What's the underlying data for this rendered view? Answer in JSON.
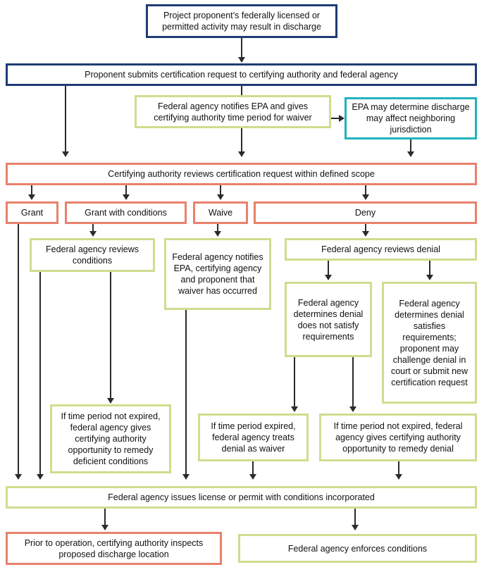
{
  "diagram": {
    "title": "Clean Water Act Section 401 certification process flowchart",
    "colors": {
      "navy": "#1f3c75",
      "green": "#cfdd8e",
      "teal": "#21b2bd",
      "salmon": "#e8816b",
      "connector": "#2b2b2b",
      "background": "#ffffff"
    },
    "nodes": {
      "start": "Project proponent’s federally licensed or permitted activity may result in discharge",
      "submit": "Proponent submits certification request to certifying authority and federal agency",
      "notify_epa": "Federal agency notifies EPA and gives certifying authority time period for waiver",
      "epa_determine": "EPA may determine discharge may affect neighboring jurisdiction",
      "review_request": "Certifying authority reviews certification request within defined scope",
      "grant": "Grant",
      "grant_with_conditions": "Grant with conditions",
      "waive": "Waive",
      "deny": "Deny",
      "reviews_conditions": "Federal agency reviews conditions",
      "notifies_waiver": "Federal agency notifies EPA, certifying agency and proponent that waiver has occurred",
      "reviews_denial": "Federal agency reviews denial",
      "denial_not_satisfy": "Federal agency determines denial does not satisfy requirements",
      "denial_satisfies": "Federal agency determines denial satisfies requirements; proponent may challenge denial in court or submit new certification request",
      "remedy_conditions": "If time period not expired, federal agency gives certifying authority opportunity to remedy deficient conditions",
      "treats_denial_as_waiver": "If time period expired, federal agency treats denial as waiver",
      "remedy_denial": "If time period not expired, federal agency gives certifying authority opportunity to remedy denial",
      "issues_license": "Federal agency issues license or permit with conditions incorporated",
      "inspects_discharge": "Prior to operation, certifying authority inspects proposed discharge location",
      "enforces_conditions": "Federal agency enforces conditions"
    }
  }
}
